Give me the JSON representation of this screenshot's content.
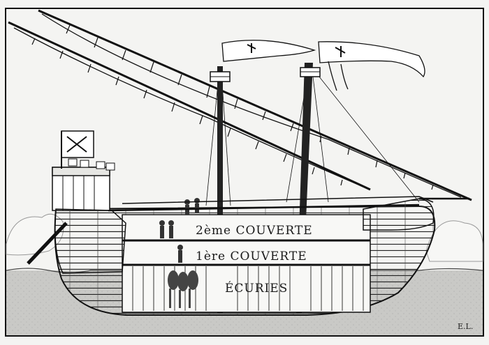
{
  "labels": {
    "deck_2": "2ème COUVERTE",
    "deck_1": "1ère COUVERTE",
    "stables": "ÉCURIES"
  },
  "signature": "E.L."
}
